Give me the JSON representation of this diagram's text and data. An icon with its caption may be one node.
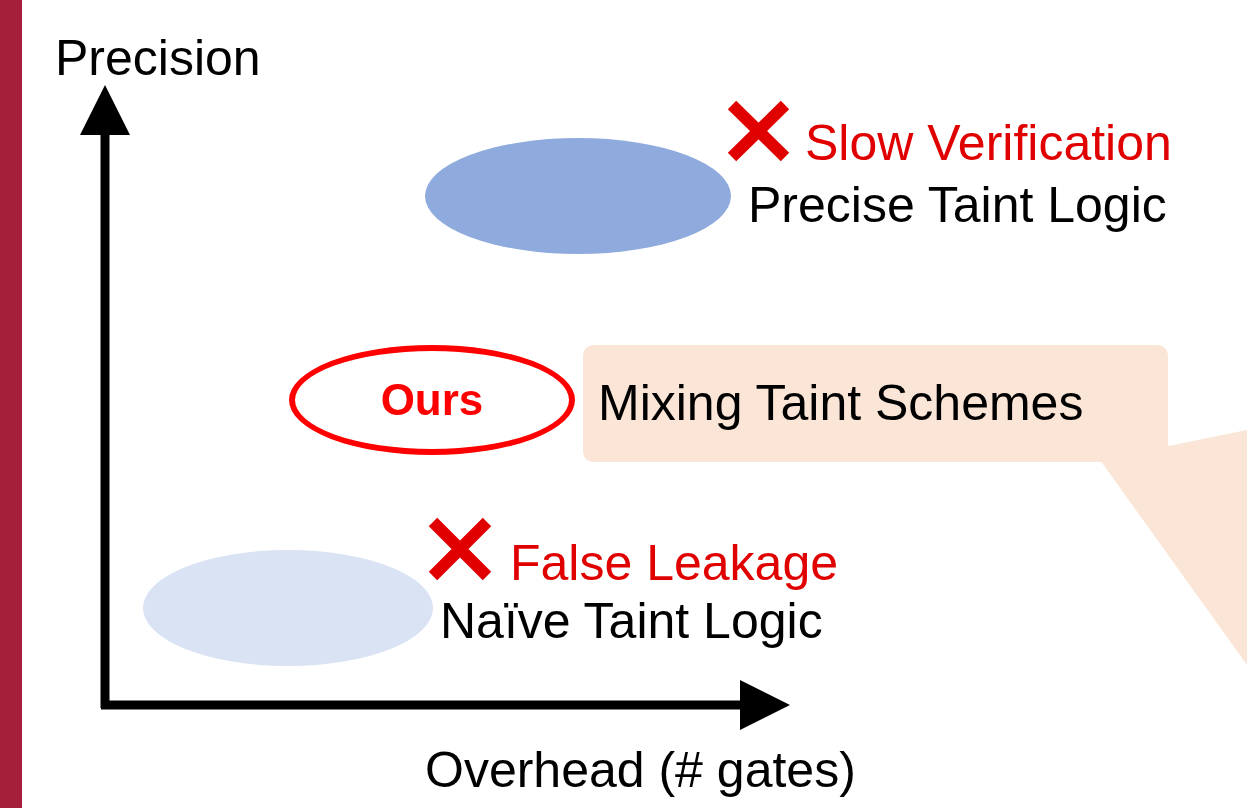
{
  "diagram": {
    "nodes": [
      {
        "text": [],
        "shape": "ellipse",
        "beside": [
          "Slow Verification",
          "Precise Taint Logic"
        ]
      },
      {
        "text": [
          "Ours"
        ]
      },
      {
        "text": [
          "Mixing Taint Schemes"
        ]
      },
      {
        "text": [],
        "shape": "ellipse",
        "beside": [
          "False Leakage",
          "Naïve Taint Logic"
        ]
      },
      {
        "text": [],
        "shape": "bar"
      }
    ],
    "edges": [],
    "labels": [
      "Precision",
      "Overhead (# gates)"
    ]
  }
}
